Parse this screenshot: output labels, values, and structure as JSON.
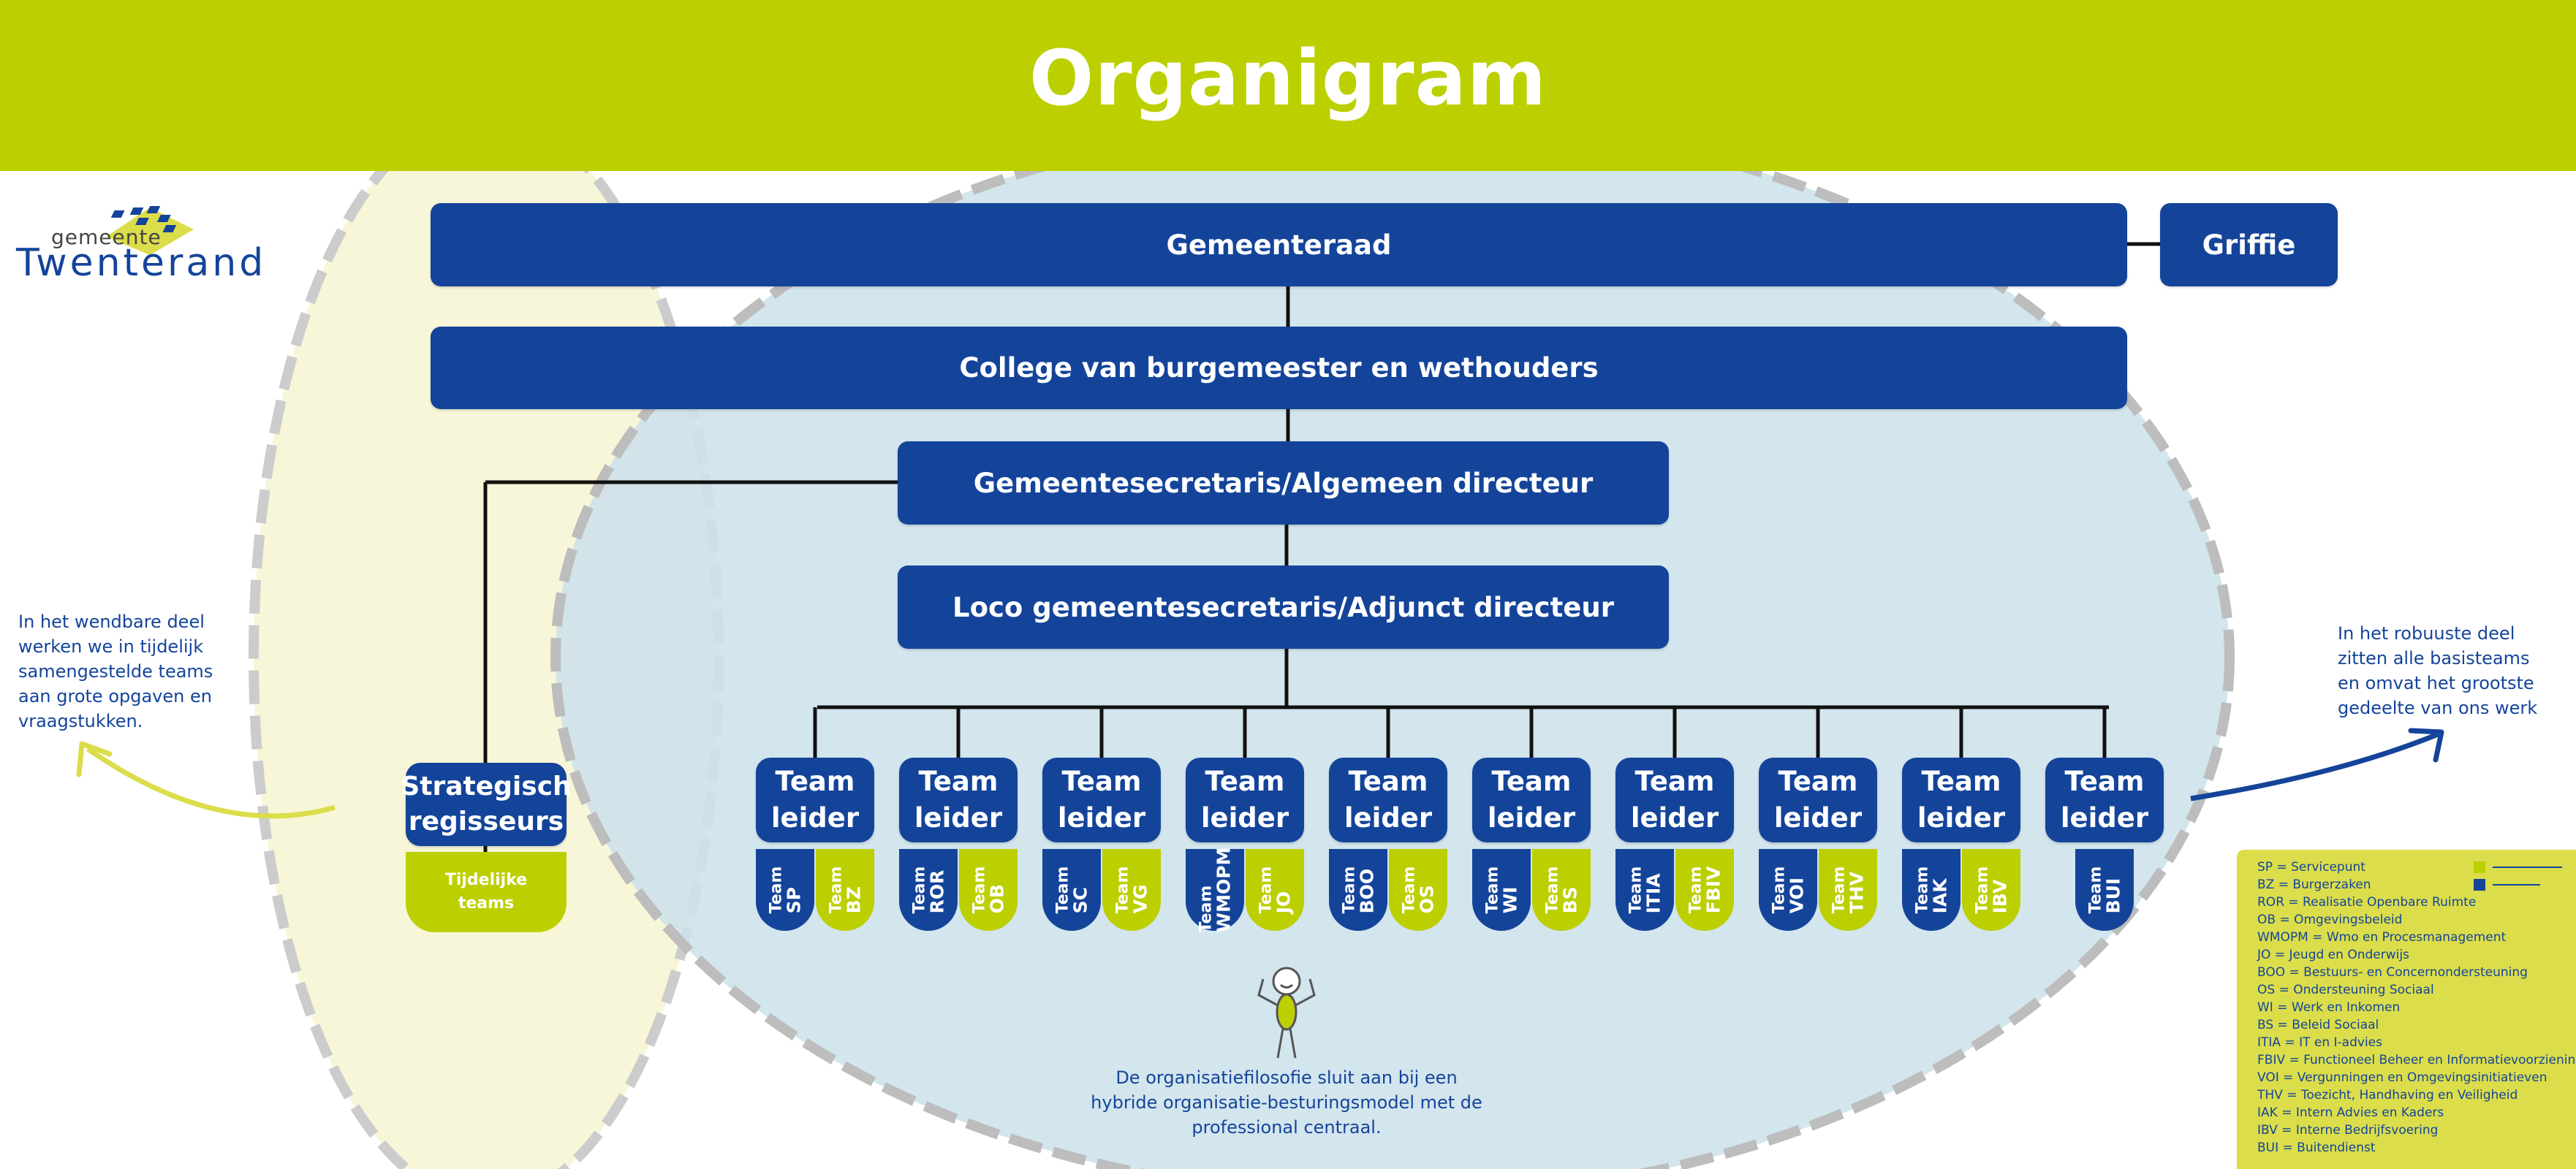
{
  "header": {
    "title": "Organigram"
  },
  "logo": {
    "small": "gemeente",
    "name": "Twenterand"
  },
  "boxes": {
    "gemeenteraad": "Gemeenteraad",
    "griffie": "Griffie",
    "college": "College van burgemeester en wethouders",
    "secretaris": "Gemeentesecretaris/Algemeen directeur",
    "loco": "Loco gemeentesecretaris/Adjunct directeur",
    "strategisch": [
      "Strategisch",
      "regisseurs"
    ],
    "tijdelijke": [
      "Tijdelijke",
      "teams"
    ]
  },
  "teamleader": {
    "line1": "Team",
    "line2": "leider"
  },
  "team_word": "Team",
  "teams": [
    [
      "SP",
      "BZ"
    ],
    [
      "ROR",
      "OB"
    ],
    [
      "SC",
      "VG"
    ],
    [
      "WMOPM",
      "JO"
    ],
    [
      "BOO",
      "OS"
    ],
    [
      "WI",
      "BS"
    ],
    [
      "ITIA",
      "FBIV"
    ],
    [
      "VOI",
      "THV"
    ],
    [
      "IAK",
      "IBV"
    ],
    [
      "BUI"
    ]
  ],
  "notes": {
    "left": [
      "In het wendbare deel",
      "werken we in tijdelijk",
      "samengestelde teams",
      "aan grote opgaven en",
      "vraagstukken."
    ],
    "right": [
      "In het robuuste deel",
      "zitten alle basisteams",
      "en omvat het grootste",
      "gedeelte van ons werk"
    ],
    "bottom": [
      "De organisatiefilosofie sluit aan bij een",
      "hybride organisatie-besturingsmodel met de",
      "professional centraal."
    ]
  },
  "legend": [
    "SP = Servicepunt",
    "BZ = Burgerzaken",
    "ROR = Realisatie Openbare Ruimte",
    "OB = Omgevingsbeleid",
    "WMOPM = Wmo en Procesmanagement",
    "JO = Jeugd en Onderwijs",
    "BOO = Bestuurs- en Concernondersteuning",
    "OS = Ondersteuning Sociaal",
    "WI = Werk en Inkomen",
    "BS = Beleid Sociaal",
    "ITIA = IT en I-advies",
    "FBIV = Functioneel Beheer en Informatievoorziening",
    "VOI = Vergunningen en Omgevingsinitiatieven",
    "THV = Toezicht, Handhaving en Veiligheid",
    "IAK = Intern Advies en Kaders",
    "IBV = Interne Bedrijfsvoering",
    "BUI = Buitendienst"
  ],
  "colors": {
    "green": "#bccf00",
    "blue": "#14449a",
    "light_blue": "#cde1ea",
    "light_yellow": "#f7f6d8",
    "legend_bg": "#dbdd4a"
  }
}
